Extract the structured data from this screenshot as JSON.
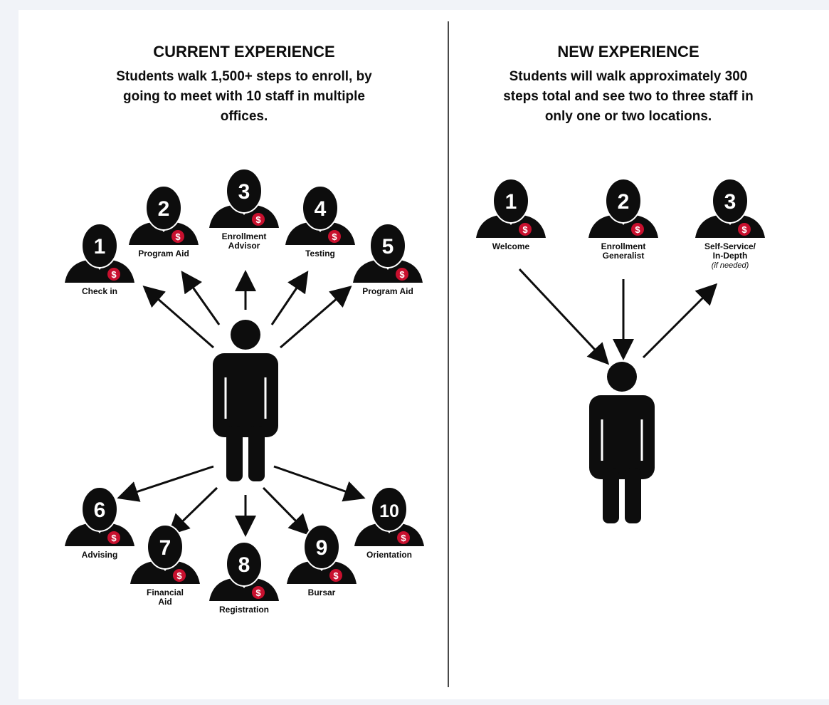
{
  "colors": {
    "ink": "#0d0d0d",
    "badge": "#c8102e",
    "page_bg": "#f1f3f8",
    "panel_bg": "#ffffff"
  },
  "current": {
    "title": "CURRENT EXPERIENCE",
    "subtitle_lines": [
      "Students walk 1,500+ steps to enroll, by",
      "going to meet with 10 staff in multiple",
      "offices."
    ],
    "staff": [
      {
        "number": "1",
        "label_lines": [
          "Check in"
        ]
      },
      {
        "number": "2",
        "label_lines": [
          "Program Aid"
        ]
      },
      {
        "number": "3",
        "label_lines": [
          "Enrollment",
          "Advisor"
        ]
      },
      {
        "number": "4",
        "label_lines": [
          "Testing"
        ]
      },
      {
        "number": "5",
        "label_lines": [
          "Program Aid"
        ]
      },
      {
        "number": "6",
        "label_lines": [
          "Advising"
        ]
      },
      {
        "number": "7",
        "label_lines": [
          "Financial",
          "Aid"
        ]
      },
      {
        "number": "8",
        "label_lines": [
          "Registration"
        ]
      },
      {
        "number": "9",
        "label_lines": [
          "Bursar"
        ]
      },
      {
        "number": "10",
        "label_lines": [
          "Orientation"
        ]
      }
    ]
  },
  "new": {
    "title": "NEW EXPERIENCE",
    "subtitle_lines": [
      "Students will walk approximately 300",
      "steps total and see two to three staff in",
      "only one or two locations."
    ],
    "staff": [
      {
        "number": "1",
        "label_lines": [
          "Welcome"
        ]
      },
      {
        "number": "2",
        "label_lines": [
          "Enrollment",
          "Generalist"
        ]
      },
      {
        "number": "3",
        "label_lines": [
          "Self-Service/",
          "In-Depth"
        ],
        "note": "(if needed)"
      }
    ]
  },
  "badge_glyph": "$"
}
